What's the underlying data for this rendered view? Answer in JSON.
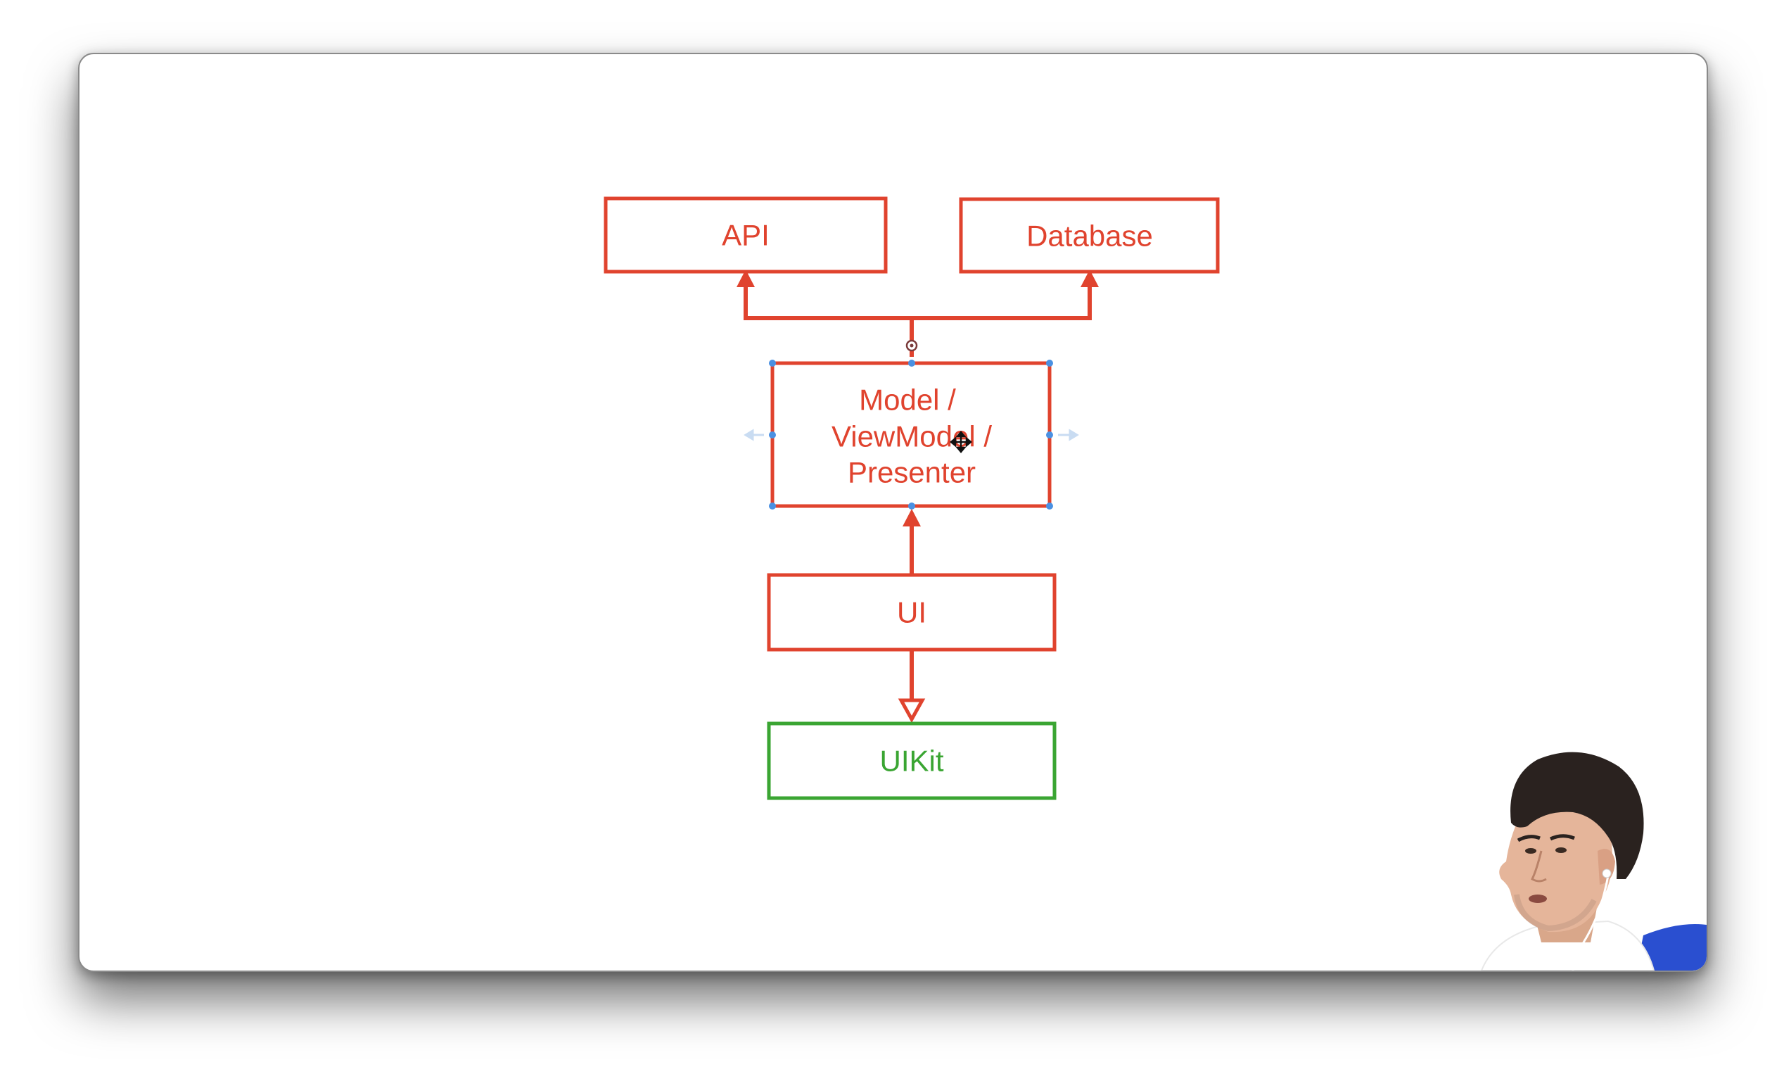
{
  "diagram": {
    "nodes": {
      "api": {
        "label": "API",
        "color": "#e0432e"
      },
      "database": {
        "label": "Database",
        "color": "#e0432e"
      },
      "model": {
        "lines": [
          "Model /",
          "ViewModel /",
          "Presenter"
        ],
        "color": "#e0432e",
        "selected": true
      },
      "ui": {
        "label": "UI",
        "color": "#e0432e"
      },
      "uikit": {
        "label": "UIKit",
        "color": "#3aa532"
      }
    },
    "edges": [
      {
        "from": "model",
        "to": "api",
        "arrow": "filled"
      },
      {
        "from": "model",
        "to": "database",
        "arrow": "filled"
      },
      {
        "from": "ui",
        "to": "model",
        "arrow": "filled"
      },
      {
        "from": "ui",
        "to": "uikit",
        "arrow": "hollow-triangle"
      }
    ],
    "selection_color": "#4a90e2"
  },
  "presenter_video": {
    "icon": "person-webcam-icon"
  }
}
